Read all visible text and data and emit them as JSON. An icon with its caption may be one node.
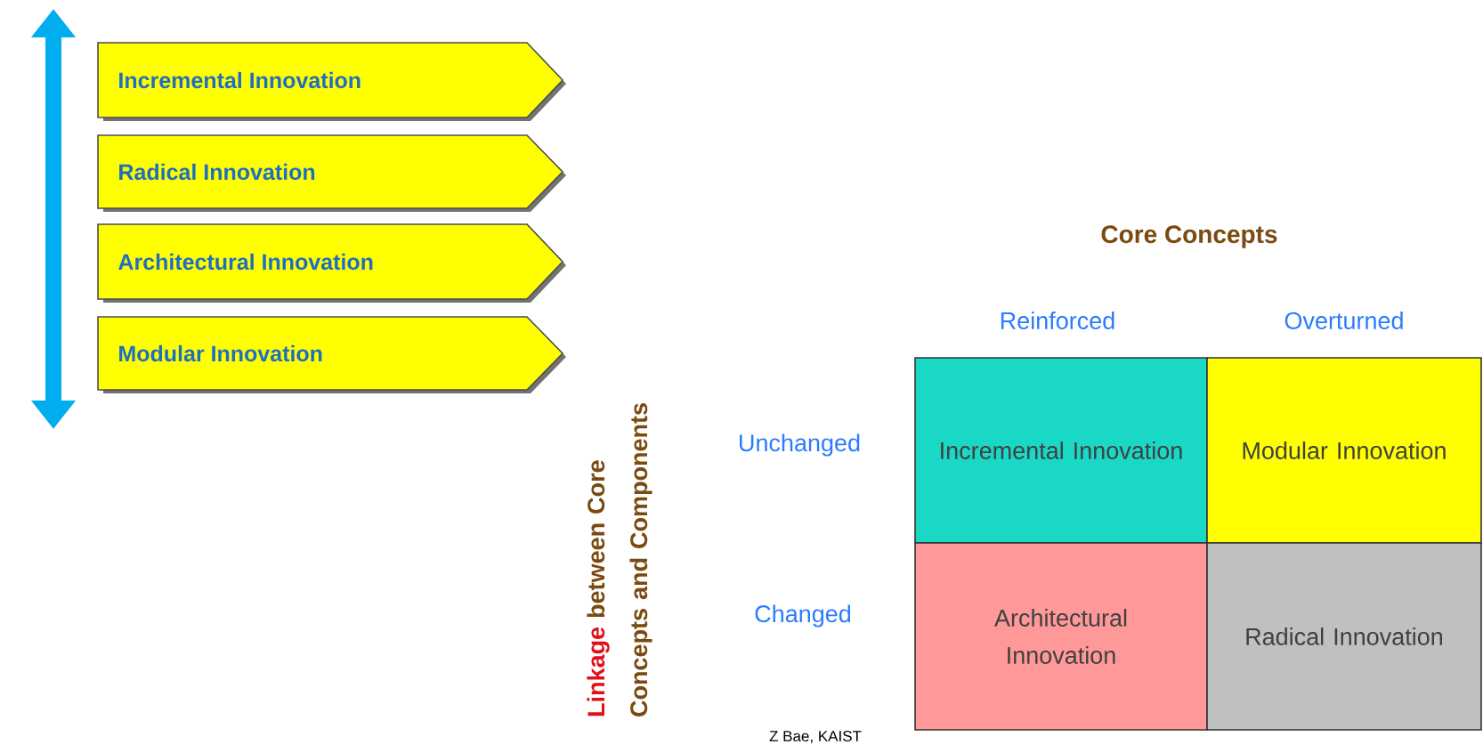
{
  "diagram": {
    "nodes": [
      {
        "text": [
          "Incremental Innovation"
        ]
      },
      {
        "text": [
          "Radical Innovation"
        ]
      },
      {
        "text": [
          "Architectural Innovation"
        ]
      },
      {
        "text": [
          "Modular Innovation"
        ]
      },
      {
        "text": [
          "Incremental Innovation"
        ]
      },
      {
        "text": [
          "Modular Innovation"
        ]
      },
      {
        "text": [
          "Architectural Innovation"
        ]
      },
      {
        "text": [
          "Radical Innovation"
        ]
      }
    ],
    "edges": [],
    "labels": [
      "Core Concepts",
      "Reinforced",
      "Overturned",
      "Unchanged",
      "Changed",
      "Linkage",
      "between Core Concepts and Components",
      "Z Bae, KAIST"
    ]
  }
}
